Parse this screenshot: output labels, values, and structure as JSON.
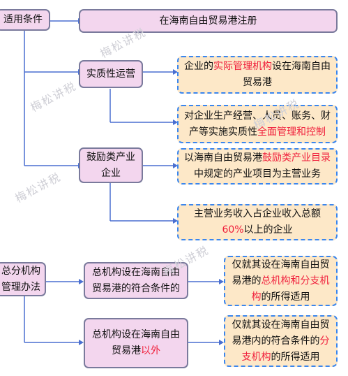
{
  "sec1": {
    "label": "适用条件",
    "top": "在海南自由贸易港注册",
    "cond1": {
      "label": "实质性运营",
      "r1": [
        "企业的",
        "实际管理机构",
        "设在海南自由贸易港"
      ],
      "r2": [
        "对企业生产经营、人员、账务、财产等实施实质性",
        "全面管理和控制"
      ]
    },
    "cond2": {
      "label": "鼓励类产业企业",
      "r1": [
        "以海南自由贸易港",
        "鼓励类产业目录",
        "中规定的产业项目为主营业务"
      ],
      "r2": [
        "主营业务收入占企业收入总额",
        "60%",
        "以上的企业"
      ]
    }
  },
  "sec2": {
    "label": "总分机构管理办法",
    "case1": {
      "left": "总机构设在海南自由贸易港的符合条件的",
      "right": [
        "仅就其设在海南自由贸易港的",
        "总机构和分支机构",
        "的所得适用"
      ]
    },
    "case2": {
      "left": [
        "总机构设在海南自由贸易港",
        "以外"
      ],
      "right": [
        "仅就其设在海南自由贸易港内的符合条件的",
        "分支机构",
        "的所得适用"
      ]
    }
  },
  "watermark": "梅松讲税",
  "colors": {
    "pink": "#f3d6ee",
    "orange": "#fde8c8",
    "dashed_border": "#3a86ee",
    "highlight": "#f0203c",
    "line": "#4a6fd0"
  }
}
